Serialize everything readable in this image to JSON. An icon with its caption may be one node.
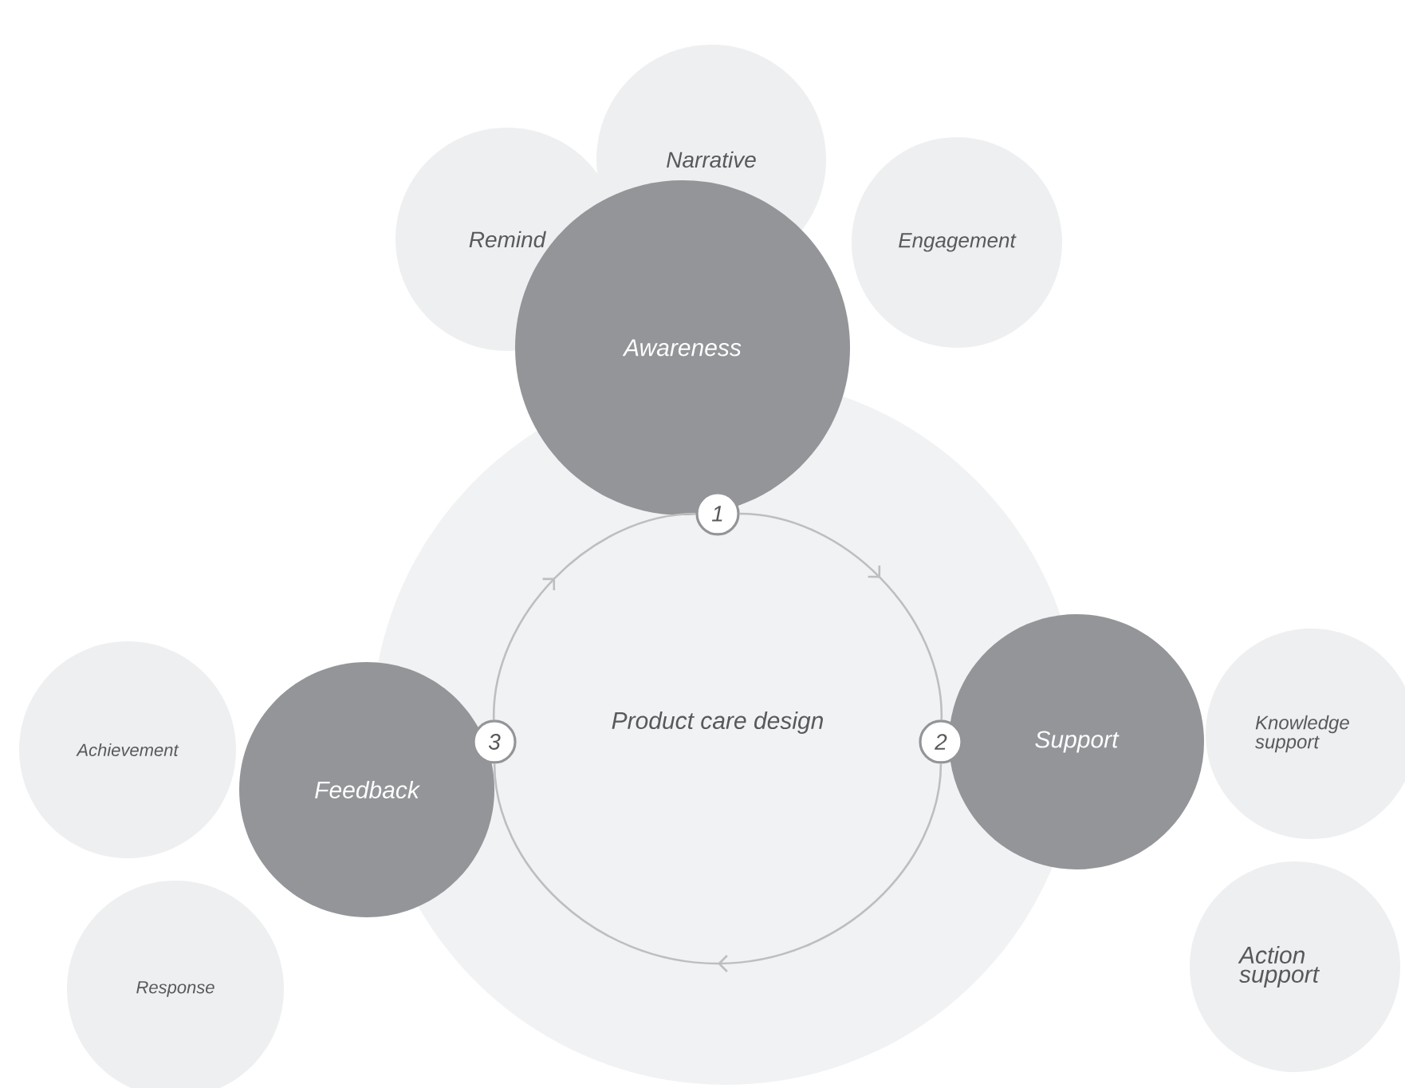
{
  "diagram": {
    "nodes": [
      {
        "text": [
          "Narrative"
        ]
      },
      {
        "text": [
          "Remind"
        ]
      },
      {
        "text": [
          "Engagement"
        ]
      },
      {
        "text": [
          "Awareness"
        ]
      },
      {
        "text": [
          "1"
        ]
      },
      {
        "text": [
          "Product care design"
        ]
      },
      {
        "text": [
          "Achievement"
        ]
      },
      {
        "text": [
          "3"
        ]
      },
      {
        "text": [
          "Feedback"
        ]
      },
      {
        "text": [
          "2"
        ]
      },
      {
        "text": [
          "Support"
        ]
      },
      {
        "text": [
          "Knowledge support"
        ]
      },
      {
        "text": [
          "Response"
        ]
      },
      {
        "text": [
          "Action support"
        ]
      }
    ],
    "edges": [
      {
        "from": 4,
        "to": 9,
        "arrow": "to"
      },
      {
        "from": 9,
        "to": 7,
        "arrow": "to"
      },
      {
        "from": 7,
        "to": 4,
        "arrow": "to"
      }
    ]
  }
}
